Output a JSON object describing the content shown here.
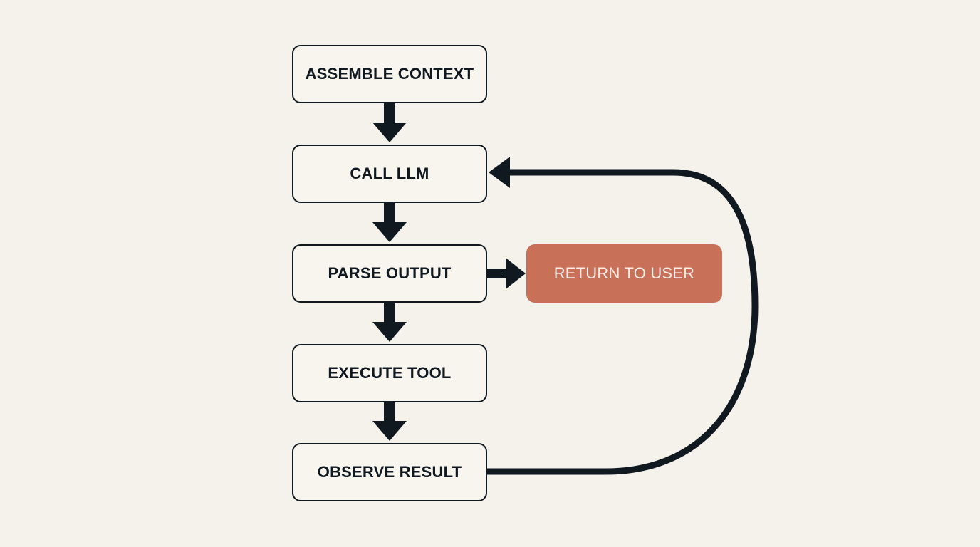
{
  "flow": {
    "steps": [
      {
        "label": "ASSEMBLE CONTEXT"
      },
      {
        "label": "CALL LLM"
      },
      {
        "label": "PARSE OUTPUT"
      },
      {
        "label": "EXECUTE TOOL"
      },
      {
        "label": "OBSERVE RESULT"
      }
    ],
    "exit": {
      "label": "RETURN TO USER"
    }
  },
  "colors": {
    "background": "#f4f2ea",
    "stroke": "#101820",
    "exit_fill": "#c97059",
    "exit_text": "#fbeee8"
  }
}
